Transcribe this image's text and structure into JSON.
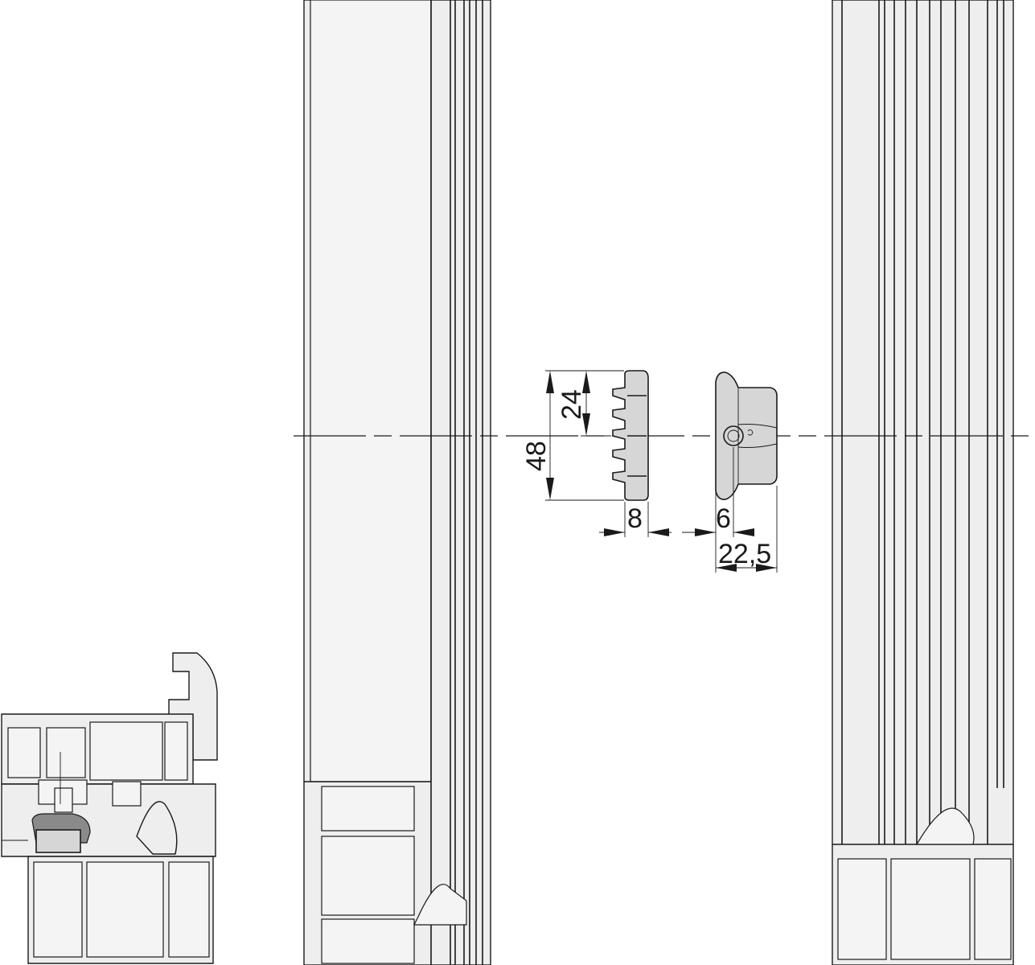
{
  "dimensions": {
    "height_total": "48",
    "height_half": "24",
    "width_left_part": "8",
    "width_right_part_a": "6",
    "width_right_part_b": "22,5"
  },
  "colors": {
    "line": "#1a1a1a",
    "profile_fill": "#eeeeee",
    "part_fill": "#d6d6d6"
  }
}
